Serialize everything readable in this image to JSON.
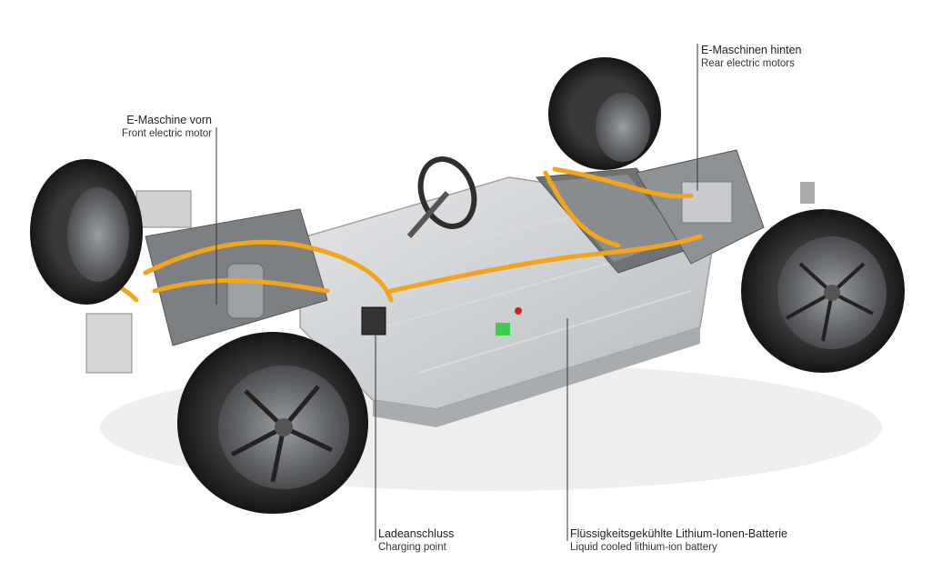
{
  "labels": {
    "rear_motors": {
      "de": "E-Maschinen hinten",
      "en": "Rear electric motors"
    },
    "front_motor": {
      "de": "E-Maschine vorn",
      "en": "Front electric motor"
    },
    "charging": {
      "de": "Ladeanschluss",
      "en": "Charging point"
    },
    "battery": {
      "de": "Flüssigkeitsgekühlte Lithium-Ionen-Batterie",
      "en": "Liquid cooled lithium-ion battery"
    }
  },
  "colors": {
    "background": "#ffffff",
    "cable": "#f2a51a",
    "battery_tray": "#c9cbce",
    "tire": "#262626",
    "leader_line": "#333333"
  }
}
